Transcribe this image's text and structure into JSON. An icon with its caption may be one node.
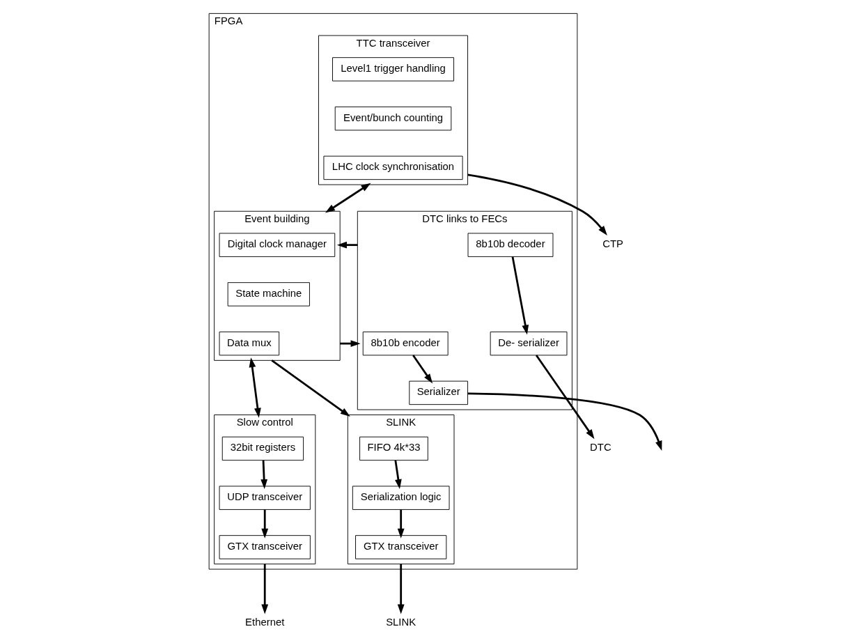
{
  "diagram": {
    "nodes": [
      {
        "text": [
          "FPGA"
        ]
      },
      {
        "text": [
          "TTC transceiver"
        ],
        "in": 0
      },
      {
        "text": [
          "Level1 trigger handling"
        ],
        "in": 1
      },
      {
        "text": [
          "Event/bunch counting"
        ],
        "in": 1
      },
      {
        "text": [
          "LHC clock synchronisation"
        ],
        "in": 1
      },
      {
        "text": [
          "DTC links to FECs"
        ],
        "in": 0
      },
      {
        "text": [
          "8b10b decoder"
        ],
        "in": 5
      },
      {
        "text": [
          "8b10b encoder"
        ],
        "in": 5
      },
      {
        "text": [
          "De- serializer"
        ],
        "in": 5
      },
      {
        "text": [
          "Serializer"
        ],
        "in": 5
      },
      {
        "text": [
          "Event building"
        ],
        "in": 0
      },
      {
        "text": [
          "Digital clock manager"
        ],
        "in": 10
      },
      {
        "text": [
          "State machine"
        ],
        "in": 10
      },
      {
        "text": [
          "Data mux"
        ],
        "in": 10
      },
      {
        "text": [
          "Slow control"
        ],
        "in": 0
      },
      {
        "text": [
          "32bit registers"
        ],
        "in": 14
      },
      {
        "text": [
          "UDP transceiver"
        ],
        "in": 14
      },
      {
        "text": [
          "GTX transceiver"
        ],
        "in": 14
      },
      {
        "text": [
          "SLINK"
        ],
        "in": 0
      },
      {
        "text": [
          "FIFO 4k*33"
        ],
        "in": 18
      },
      {
        "text": [
          "Serialization logic"
        ],
        "in": 18
      },
      {
        "text": [
          "GTX transceiver"
        ],
        "in": 18
      },
      {
        "text": [
          "CTP"
        ]
      },
      {
        "text": [
          "DTC"
        ]
      },
      {
        "text": [
          "SLINK"
        ]
      },
      {
        "text": [
          "Ethernet"
        ]
      }
    ],
    "edges": [
      {
        "from": 1,
        "to": 22,
        "arrow": "to"
      },
      {
        "from": 1,
        "to": 10,
        "arrow": "both"
      },
      {
        "from": 10,
        "to": 5,
        "arrow": "to"
      },
      {
        "from": 5,
        "to": 10,
        "arrow": "to"
      },
      {
        "from": 6,
        "to": 8,
        "arrow": "to"
      },
      {
        "from": 7,
        "to": 9,
        "arrow": "to"
      },
      {
        "from": 8,
        "to": 23,
        "arrow": "to"
      },
      {
        "from": 9,
        "to": null,
        "arrow": "to"
      },
      {
        "from": 10,
        "to": 14,
        "arrow": "both"
      },
      {
        "from": 10,
        "to": 18,
        "arrow": "to"
      },
      {
        "from": 15,
        "to": 16,
        "arrow": "to"
      },
      {
        "from": 16,
        "to": 17,
        "arrow": "to"
      },
      {
        "from": 14,
        "to": 25,
        "arrow": "to"
      },
      {
        "from": 19,
        "to": 20,
        "arrow": "to"
      },
      {
        "from": 20,
        "to": 21,
        "arrow": "to"
      },
      {
        "from": 18,
        "to": 24,
        "arrow": "to"
      }
    ]
  }
}
